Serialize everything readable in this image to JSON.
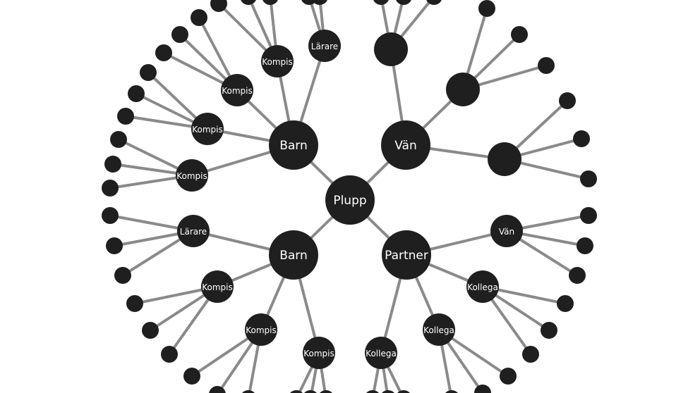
{
  "diagram": {
    "type": "radial-network",
    "colors": {
      "node": "#1f1f1f",
      "edge": "#8a8a8a",
      "label": "#ffffff",
      "background": "#ffffff"
    },
    "center": {
      "id": "plupp",
      "label": "Plupp"
    },
    "branches": [
      {
        "id": "barn-top",
        "label": "Barn",
        "children": [
          {
            "id": "bt-larare",
            "label": "Lärare",
            "leaves": 2
          },
          {
            "id": "bt-kompis-1",
            "label": "Kompis",
            "leaves": 3
          },
          {
            "id": "bt-kompis-2",
            "label": "Kompis",
            "leaves": 3
          },
          {
            "id": "bt-kompis-3",
            "label": "Kompis",
            "leaves": 3
          },
          {
            "id": "bt-kompis-4",
            "label": "Kompis",
            "leaves": 3
          }
        ]
      },
      {
        "id": "van",
        "label": "Vän",
        "children": [
          {
            "id": "van-a",
            "label": "",
            "leaves": 3
          },
          {
            "id": "van-b",
            "label": "",
            "leaves": 3
          },
          {
            "id": "van-c",
            "label": "",
            "leaves": 3
          }
        ]
      },
      {
        "id": "barn-bottom",
        "label": "Barn",
        "children": [
          {
            "id": "bb-larare",
            "label": "Lärare",
            "leaves": 3
          },
          {
            "id": "bb-kompis-1",
            "label": "Kompis",
            "leaves": 3
          },
          {
            "id": "bb-kompis-2",
            "label": "Kompis",
            "leaves": 3
          },
          {
            "id": "bb-kompis-3",
            "label": "Kompis",
            "leaves": 3
          }
        ]
      },
      {
        "id": "partner",
        "label": "Partner",
        "children": [
          {
            "id": "p-van",
            "label": "Vän",
            "leaves": 3
          },
          {
            "id": "p-kollega-1",
            "label": "Kollega",
            "leaves": 3
          },
          {
            "id": "p-kollega-2",
            "label": "Kollega",
            "leaves": 3
          },
          {
            "id": "p-kollega-3",
            "label": "Kollega",
            "leaves": 3
          }
        ]
      }
    ]
  }
}
